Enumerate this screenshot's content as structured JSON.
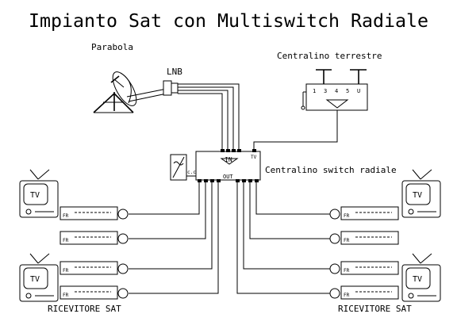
{
  "title": "Impianto Sat con Multiswitch Radiale",
  "labels": {
    "dish": "Parabola",
    "lnb": "LNB",
    "terrestrial": "Centralino terrestre",
    "switch": "Centralino switch radiale",
    "receivers_left": "RICEVITORE SAT",
    "receivers_right": "RICEVITORE SAT"
  },
  "switch_box": {
    "in_label": "IN",
    "out_label": "OUT",
    "tv_label": "TV"
  },
  "power_supply": {
    "label": "c.c."
  },
  "amplifier_inputs": [
    "1",
    "3",
    "4",
    "5",
    "U"
  ],
  "tv_label": "TV",
  "receiver_label": "FR"
}
